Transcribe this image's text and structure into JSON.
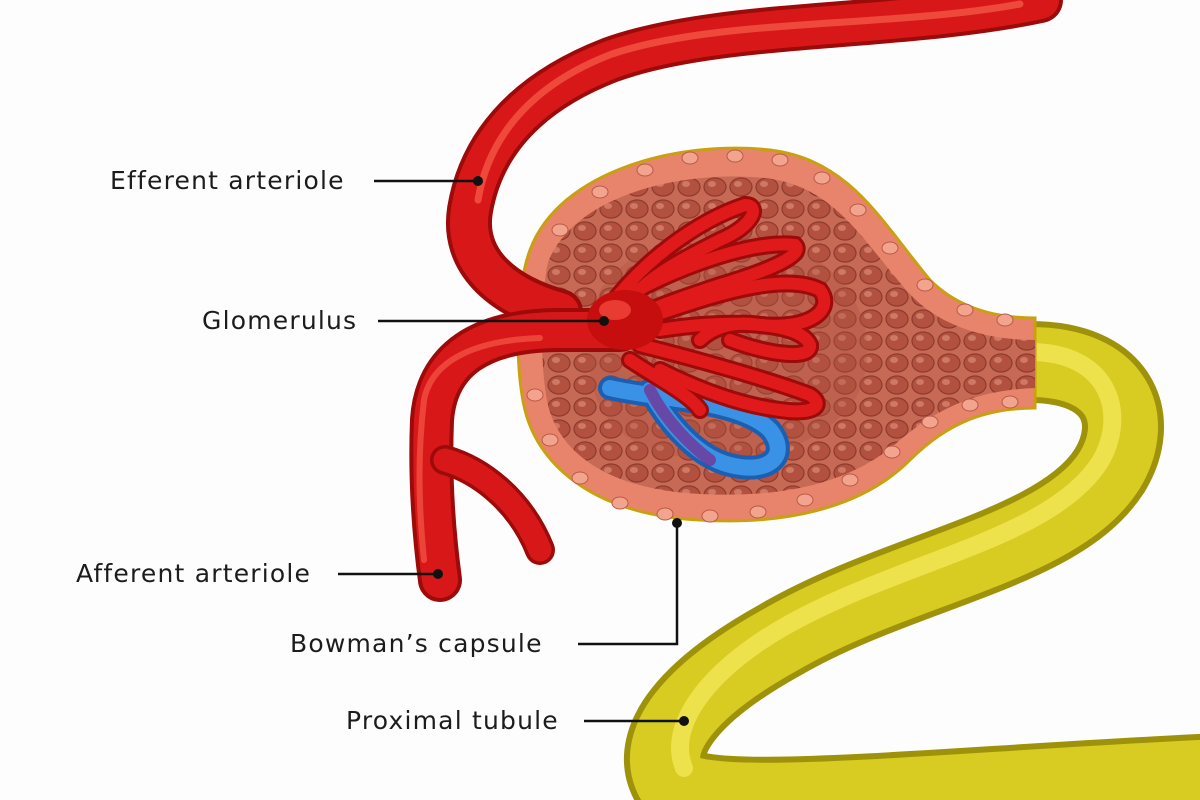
{
  "labels": {
    "efferent": "Efferent arteriole",
    "glomerulus": "Glomerulus",
    "afferent": "Afferent arteriole",
    "bowman": "Bowman’s capsule",
    "proximal": "Proximal tubule"
  },
  "colors": {
    "background": "#fdfdfd",
    "artery": "#d91414",
    "artery_dark": "#a50c0c",
    "artery_light": "#ff5a4a",
    "vein": "#2a7fd8",
    "tubule": "#c9bb14",
    "tubule_light": "#f0e34a",
    "capsule_wall": "#e8836c",
    "capsule_cell": "#c4513d",
    "capsule_inner": "#b85a48",
    "leader_line": "#111111"
  }
}
